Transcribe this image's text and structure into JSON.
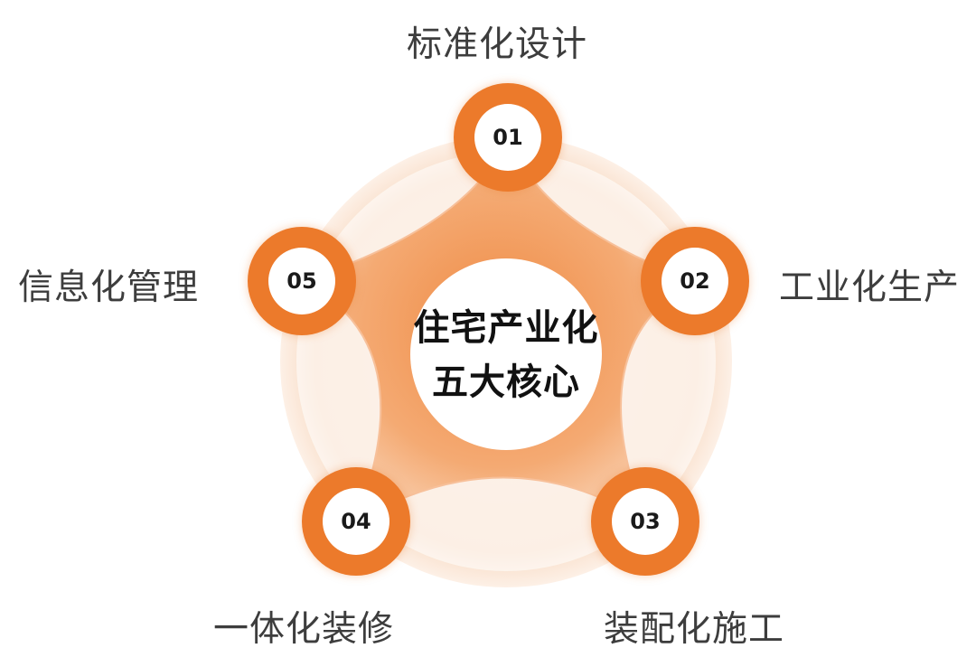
{
  "center": {
    "line1": "住宅产业化",
    "line2": "五大核心"
  },
  "nodes": [
    {
      "number": "01",
      "label": "标准化设计"
    },
    {
      "number": "02",
      "label": "工业化生产"
    },
    {
      "number": "03",
      "label": "装配化施工"
    },
    {
      "number": "04",
      "label": "一体化装修"
    },
    {
      "number": "05",
      "label": "信息化管理"
    }
  ],
  "colors": {
    "accent": "#ec7a2b",
    "ring": "#f6d9c3",
    "star": "#f3a86f",
    "text": "#3d3d3d",
    "center_text": "#111111"
  }
}
